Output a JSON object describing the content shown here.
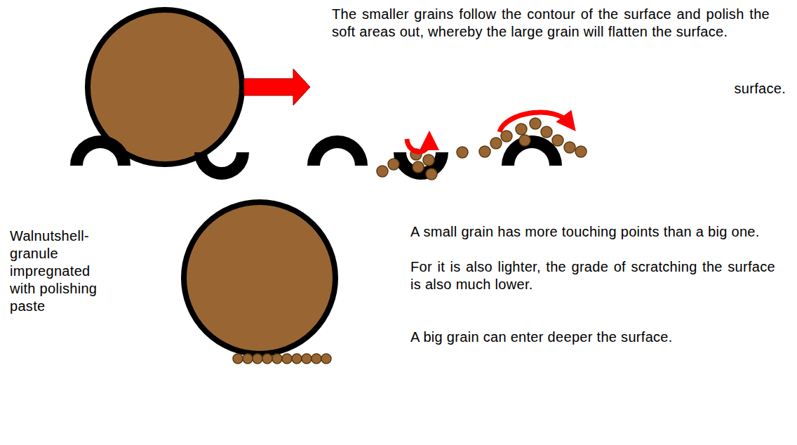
{
  "diagram": {
    "labels": [
      "The smaller grains follow the contour of the surface and polish the soft areas out, whereby the large grain will flatten the surface.",
      "surface.",
      "Walnutshell-granule impregnated with polishing paste",
      "A small grain has more touching points than a big one.",
      "For it is also lighter, the grade of scratching the surface is also much lower.",
      "A big grain can enter deeper the surface."
    ]
  }
}
